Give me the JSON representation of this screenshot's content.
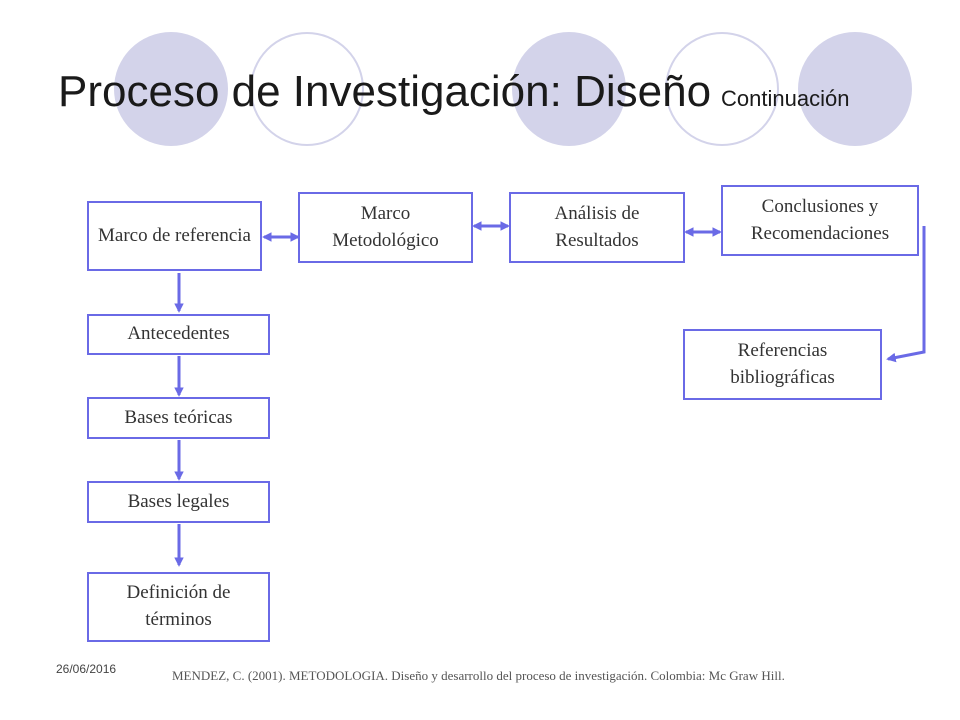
{
  "title": {
    "main": "Proceso de Investigación: Diseño",
    "sub": "Continuación"
  },
  "nodes": {
    "marco_referencia": "Marco de referencia",
    "marco_metodologico": "Marco Metodológico",
    "analisis_resultados": "Análisis de Resultados",
    "conclusiones": "Conclusiones  y Recomendaciones",
    "referencias": "Referencias bibliográficas",
    "antecedentes": "Antecedentes",
    "bases_teoricas": "Bases teóricas",
    "bases_legales": "Bases legales",
    "definicion_terminos": "Definición de términos"
  },
  "footer": {
    "date": "26/06/2016",
    "citation": "MENDEZ, C. (2001). METODOLOGIA. Diseño y desarrollo del  proceso de investigación. Colombia: Mc Graw Hill."
  },
  "colors": {
    "accent": "#6a6ae6",
    "circle_fill": "#d3d3ea",
    "box_border": "#6a6ae6"
  }
}
